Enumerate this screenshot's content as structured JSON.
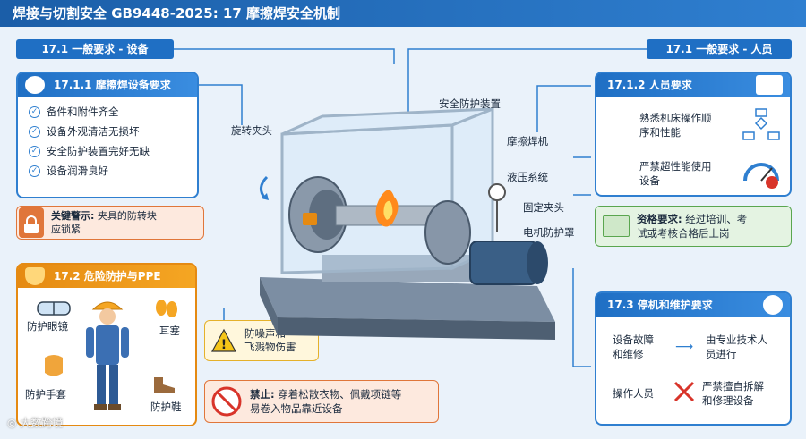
{
  "title": "焊接与切割安全 GB9448-2025: 17 摩擦焊安全机制",
  "sec_equip_pill": "17.1 一般要求 - 设备",
  "sec_person_pill": "17.1 一般要求 - 人员",
  "equip_card": {
    "title": "17.1.1 摩擦焊设备要求",
    "items": [
      "备件和附件齐全",
      "设备外观清洁无损坏",
      "安全防护装置完好无缺",
      "设备润滑良好"
    ]
  },
  "key_warning": {
    "label": "关键警示:",
    "text_1": "夹具的防转块",
    "text_2": "应锁紧"
  },
  "ppe_card": {
    "title": "17.2 危险防护与PPE",
    "goggles": "防护眼镜",
    "earplugs": "耳塞",
    "gloves": "防护手套",
    "shoes": "防护鞋"
  },
  "noise_warning": {
    "line1": "防噪声和",
    "line2": "飞溅物伤害"
  },
  "prohibit": {
    "label": "禁止:",
    "line1": "穿着松散衣物、佩戴项链等",
    "line2": "易卷入物品靠近设备"
  },
  "machine_labels": {
    "rotating_chuck": "旋转夹头",
    "guard": "安全防护装置",
    "friction_welder": "摩擦焊机",
    "hydraulic": "液压系统",
    "fixed_chuck": "固定夹头",
    "motor_guard": "电机防护罩"
  },
  "person_card": {
    "title": "17.1.2 人员要求",
    "item1_l1": "熟悉机床操作顺",
    "item1_l2": "序和性能",
    "item2_l1": "严禁超性能使用",
    "item2_l2": "设备"
  },
  "qualification": {
    "label": "资格要求:",
    "line1": "经过培训、考",
    "line2": "试或考核合格后上岗"
  },
  "stop_card": {
    "title": "17.3 停机和维护要求",
    "fault_l1": "设备故障",
    "fault_l2": "和维修",
    "fault_r1": "由专业技术人",
    "fault_r2": "员进行",
    "op_l": "操作人员",
    "op_r1": "严禁擅自拆解",
    "op_r2": "和修理设备"
  },
  "watermark": "大数跨境"
}
